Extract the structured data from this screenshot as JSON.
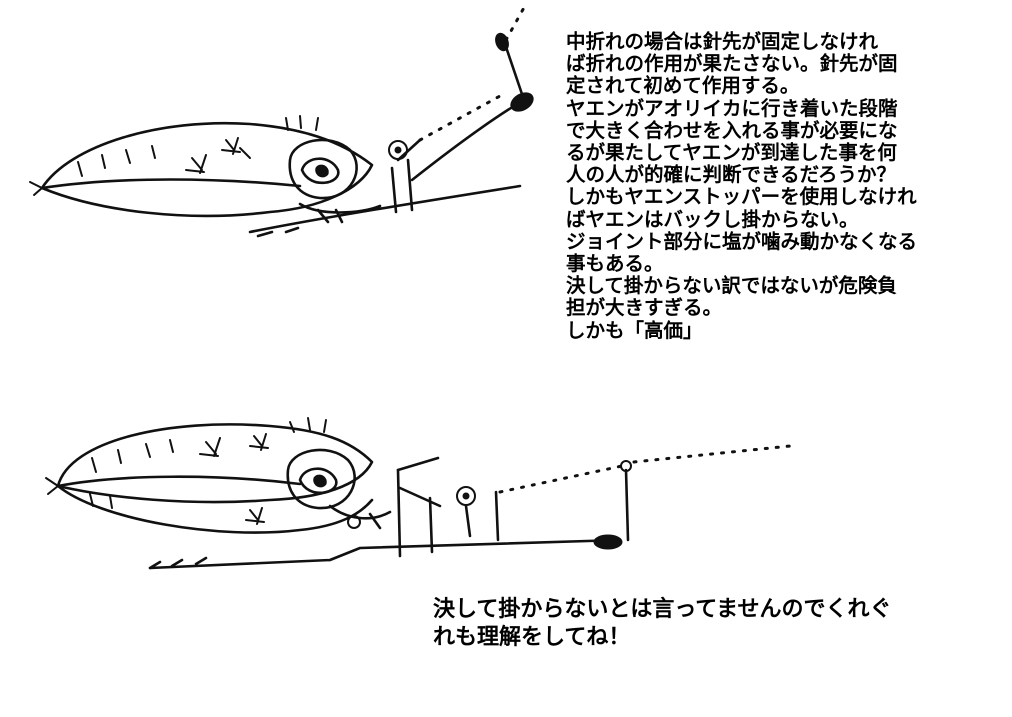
{
  "explanation_text": {
    "lines": [
      "中折れの場合は針先が固定しなけれ",
      "ば折れの作用が果たさない。針先が固",
      "定されて初めて作用する。",
      "ヤエンがアオリイカに行き着いた段階",
      "で大きく合わせを入れる事が必要にな",
      "るが果たしてヤエンが到達した事を何",
      "人の人が的確に判断できるだろうか？",
      "しかもヤエンストッパーを使用しなけれ",
      "ばヤエンはバックし掛からない。",
      "ジョイント部分に塩が噛み動かなくなる",
      "事もある。",
      "決して掛からない訳ではないが危険負",
      "担が大きすぎる。",
      "しかも「高価」"
    ]
  },
  "caption_text": {
    "lines": [
      "決して掛からないとは言ってませんのでくれぐ",
      "れも理解をしてね！"
    ]
  }
}
